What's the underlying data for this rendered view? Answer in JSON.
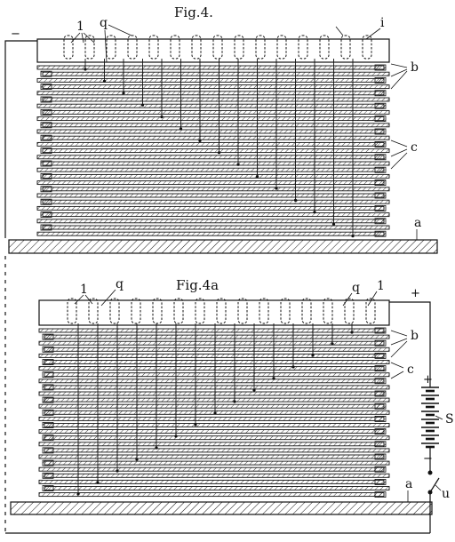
{
  "figures": [
    {
      "title": "Fig.4.",
      "labels": {
        "top_left_1": "1",
        "top_left_q": "q",
        "top_right_i": "i",
        "b": "b",
        "c": "c",
        "a": "a",
        "terminal": "−"
      }
    },
    {
      "title": "Fig.4a",
      "labels": {
        "top_left_1": "1",
        "top_left_q": "q",
        "top_right_q": "q",
        "top_right_1": "1",
        "b": "b",
        "c": "c",
        "a": "a",
        "terminal": "+"
      }
    }
  ],
  "circuit": {
    "battery_label": "S",
    "switch_label": "u",
    "battery_plus": "+",
    "battery_minus": "−"
  },
  "colors": {
    "ink": "#111111",
    "paper": "#ffffff"
  }
}
